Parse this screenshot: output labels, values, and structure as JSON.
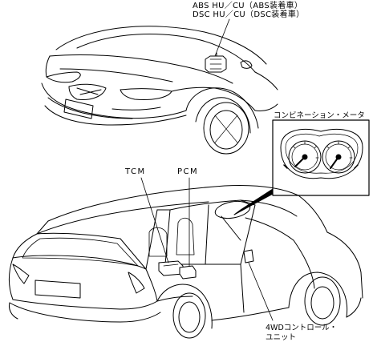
{
  "labels": {
    "abs_unit": "ABS HU／CU（ABS装着車）",
    "dsc_unit": "DSC HU／CU（DSC装着車）",
    "combination_meter": "コンビネーション・メータ",
    "tcm": "TCM",
    "pcm": "PCM",
    "four_wd_unit_line1": "4WDコントロール・",
    "four_wd_unit_line2": "ユニット"
  },
  "icons": {
    "front_car": "car-front-view-icon",
    "rear_car": "car-rear-cutaway-icon",
    "meter": "combination-meter-icon"
  },
  "colors": {
    "line": "#000000",
    "background": "#ffffff"
  }
}
